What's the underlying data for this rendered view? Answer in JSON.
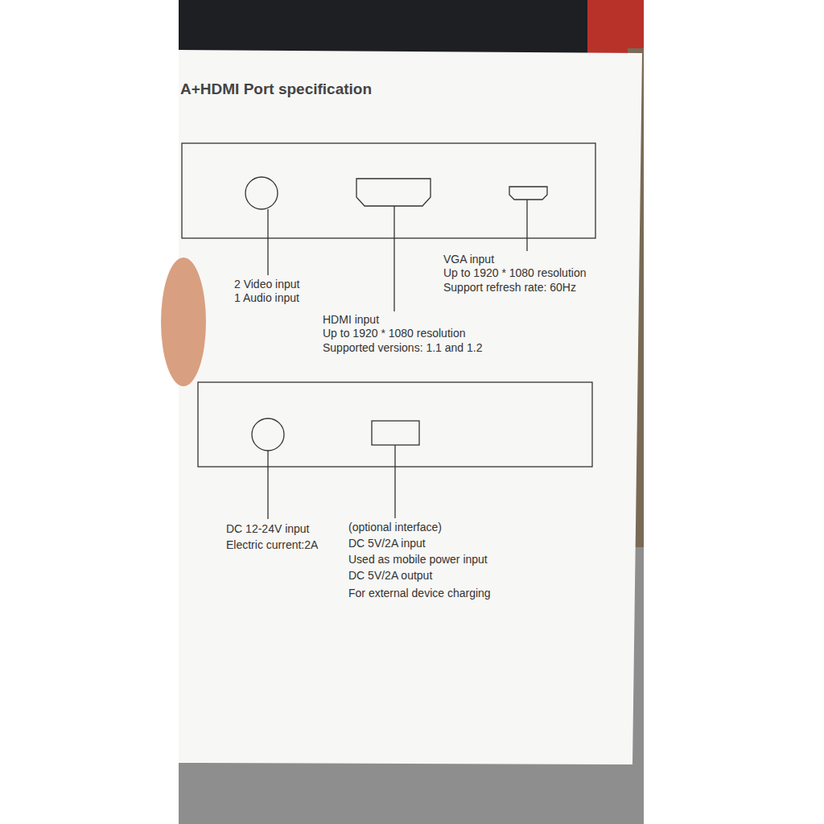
{
  "diagram": {
    "title": "A+HDMI Port specification",
    "labels": [
      "2 Video input",
      "1 Audio input",
      "HDMI input",
      "Up to 1920 * 1080 resolution",
      "Supported versions: 1.1 and 1.2",
      "VGA input",
      "Up to 1920 * 1080 resolution",
      "Support refresh rate: 60Hz",
      "DC 12-24V input",
      "Electric current:2A",
      "(optional interface)",
      "DC 5V/2A input",
      "Used as mobile power input",
      "DC 5V/2A output",
      "For external device charging"
    ]
  }
}
